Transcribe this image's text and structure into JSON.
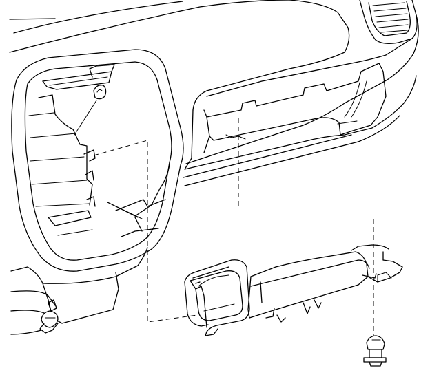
{
  "diagram": {
    "type": "exploded-assembly-line-drawing",
    "parts": [
      "instrument-panel",
      "cluster-opening",
      "center-air-vent",
      "lower-knee-bolster-panel",
      "floor-air-duct",
      "push-pin-fastener",
      "clip-fastener"
    ],
    "leader_style": "dashed",
    "stroke_color": "#000000",
    "background_color": "#ffffff"
  }
}
